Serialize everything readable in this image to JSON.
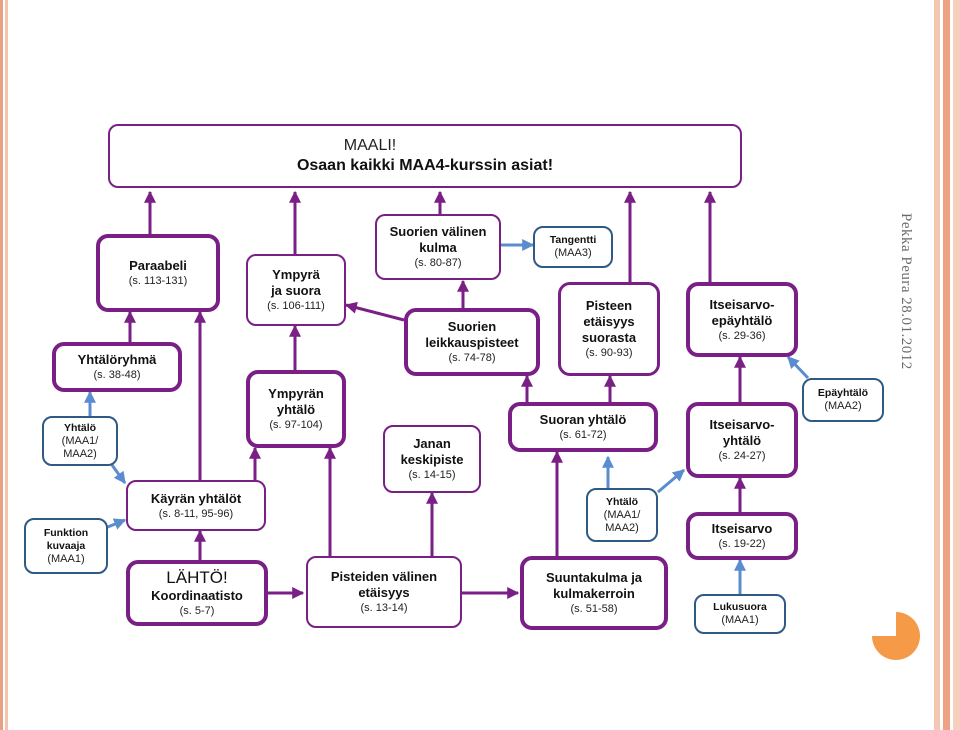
{
  "sidebar_text": "Pekka Peura 28.01.2012",
  "colors": {
    "purple": "#7a1f86",
    "blue": "#2f5a86",
    "blue_arrow": "#5b8ccf",
    "accent": "#f59a46"
  },
  "nodes": {
    "goal": {
      "line1": "MAALI!",
      "line2": "Osaan kaikki MAA4-kurssin asiat!"
    },
    "paraabeli": {
      "title": "Paraabeli",
      "ref": "(s. 113-131)"
    },
    "ympyra_ja_suora": {
      "title": "Ympyrä ja suora",
      "ref": "(s. 106-111)"
    },
    "suorien_valinen_kulma": {
      "title": "Suorien välinen kulma",
      "ref": "(s. 80-87)"
    },
    "tangentti": {
      "title": "Tangentti",
      "ref": "(MAA3)"
    },
    "suorien_leikkauspisteet": {
      "title": "Suorien leikkauspisteet",
      "ref": "(s. 74-78)"
    },
    "pisteen_etaisyys": {
      "title": "Pisteen etäisyys suorasta",
      "ref": "(s. 90-93)"
    },
    "itseisarvo_epayhtalo": {
      "title": "Itseisarvo-epäyhtälö",
      "ref": "(s. 29-36)"
    },
    "epayhtalo": {
      "title": "Epäyhtälö",
      "ref": "(MAA2)"
    },
    "yhtaloryhma": {
      "title": "Yhtälöryhmä",
      "ref": "(s. 38-48)"
    },
    "ympyran_yhtalo": {
      "title": "Ympyrän yhtälö",
      "ref": "(s. 97-104)"
    },
    "yhtalo_left": {
      "title": "Yhtälö",
      "ref": "(MAA1/ MAA2)"
    },
    "janan_keskipiste": {
      "title": "Janan keskipiste",
      "ref": "(s. 14-15)"
    },
    "suoran_yhtalo": {
      "title": "Suoran yhtälö",
      "ref": "(s. 61-72)"
    },
    "itseisarvo_yhtalo": {
      "title": "Itseisarvo-yhtälö",
      "ref": "(s. 24-27)"
    },
    "kayran_yhtalot": {
      "title": "Käyrän yhtälöt",
      "ref": "(s. 8-11, 95-96)"
    },
    "yhtalo_right": {
      "title": "Yhtälö",
      "ref": "(MAA1/ MAA2)"
    },
    "itseisarvo": {
      "title": "Itseisarvo",
      "ref": "(s. 19-22)"
    },
    "funktion_kuvaaja": {
      "title": "Funktion kuvaaja",
      "ref": "(MAA1)"
    },
    "lahto": {
      "line1": "LÄHTÖ!",
      "title": "Koordinaatisto",
      "ref": "(s. 5-7)"
    },
    "pisteiden_etaisyys": {
      "title": "Pisteiden välinen etäisyys",
      "ref": "(s. 13-14)"
    },
    "suuntakulma": {
      "title": "Suuntakulma ja kulmakerroin",
      "ref": "(s. 51-58)"
    },
    "lukusuora": {
      "title": "Lukusuora",
      "ref": "(MAA1)"
    }
  }
}
